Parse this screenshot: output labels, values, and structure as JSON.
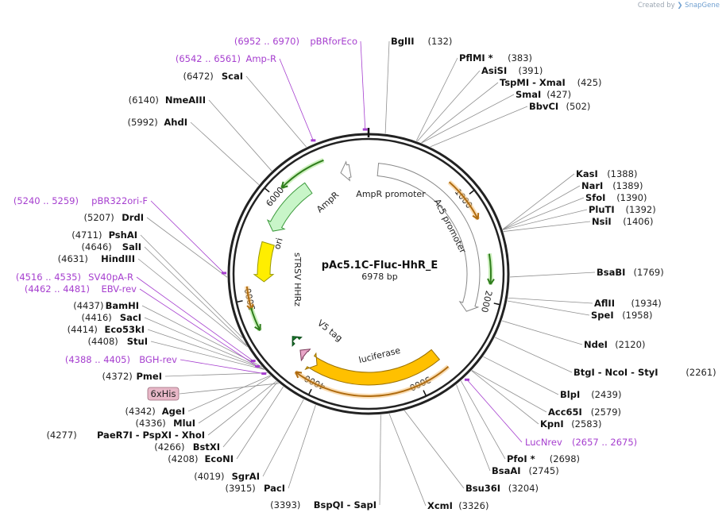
{
  "creator": {
    "text": "Created by",
    "brand": "SnapGene"
  },
  "plasmid": {
    "name": "pAc5.1C-Fluc-HhR_E",
    "length": "6978 bp"
  },
  "ruler": [
    {
      "label": "1000",
      "bp": 1000
    },
    {
      "label": "2000",
      "bp": 2000
    },
    {
      "label": "3000",
      "bp": 3000
    },
    {
      "label": "4000",
      "bp": 4000
    },
    {
      "label": "5000",
      "bp": 5000
    },
    {
      "label": "6000",
      "bp": 6000
    }
  ],
  "features": [
    {
      "name": "AmpR",
      "label": "AmpR",
      "color": "#c8f5c8",
      "outline": "#3c9a3c",
      "kind": "arrow"
    },
    {
      "name": "AmpR promoter",
      "label": "AmpR promoter",
      "color": "#ffffff",
      "outline": "#888888",
      "kind": "arrow"
    },
    {
      "name": "Ac5 promoter",
      "label": "Ac5 promoter",
      "color": "#ffffff",
      "outline": "#888888",
      "kind": "arrow"
    },
    {
      "name": "ori",
      "label": "ori",
      "color": "#ffee00",
      "outline": "#999900",
      "kind": "arrow"
    },
    {
      "name": "sTRSV HHRz",
      "label": "sTRSV HHRz",
      "color": "#1a7a2e",
      "outline": "#0d4d1a",
      "kind": "small"
    },
    {
      "name": "V5 tag",
      "label": "V5 tag",
      "color": "#e8a6c8",
      "outline": "#7a3a5a",
      "kind": "small"
    },
    {
      "name": "luciferase",
      "label": "luciferase",
      "color": "#ffc000",
      "outline": "#9a7000",
      "kind": "arrow"
    }
  ],
  "sites_right": [
    {
      "name": "BglII",
      "pos": "(132)",
      "side": "R"
    },
    {
      "name": "PflMI *",
      "pos": "(383)",
      "side": "R"
    },
    {
      "name": "AsiSI",
      "pos": "(391)",
      "side": "R"
    },
    {
      "name": "TspMI - XmaI",
      "pos": "(425)",
      "side": "R"
    },
    {
      "name": "SmaI",
      "pos": "(427)",
      "side": "R"
    },
    {
      "name": "BbvCI",
      "pos": "(502)",
      "side": "R"
    },
    {
      "name": "KasI",
      "pos": "(1388)",
      "side": "R"
    },
    {
      "name": "NarI",
      "pos": "(1389)",
      "side": "R"
    },
    {
      "name": "SfoI",
      "pos": "(1390)",
      "side": "R"
    },
    {
      "name": "PluTI",
      "pos": "(1392)",
      "side": "R"
    },
    {
      "name": "NsiI",
      "pos": "(1406)",
      "side": "R"
    },
    {
      "name": "BsaBI",
      "pos": "(1769)",
      "side": "R"
    },
    {
      "name": "AflII",
      "pos": "(1934)",
      "side": "R"
    },
    {
      "name": "SpeI",
      "pos": "(1958)",
      "side": "R"
    },
    {
      "name": "NdeI",
      "pos": "(2120)",
      "side": "R"
    },
    {
      "name": "BtgI - NcoI - StyI",
      "pos": "(2261)",
      "side": "R"
    },
    {
      "name": "BlpI",
      "pos": "(2439)",
      "side": "R"
    },
    {
      "name": "Acc65I",
      "pos": "(2579)",
      "side": "R"
    },
    {
      "name": "KpnI",
      "pos": "(2583)",
      "side": "R"
    },
    {
      "name": "PfoI *",
      "pos": "(2698)",
      "side": "R"
    },
    {
      "name": "BsaAI",
      "pos": "(2745)",
      "side": "R"
    },
    {
      "name": "Bsu36I",
      "pos": "(3204)",
      "side": "R"
    },
    {
      "name": "XcmI",
      "pos": "(3326)",
      "side": "R"
    }
  ],
  "sites_left": [
    {
      "name": "ScaI",
      "pos": "(6472)"
    },
    {
      "name": "NmeAIII",
      "pos": "(6140)"
    },
    {
      "name": "AhdI",
      "pos": "(5992)"
    },
    {
      "name": "DrdI",
      "pos": "(5207)"
    },
    {
      "name": "PshAI",
      "pos": "(4711)"
    },
    {
      "name": "SalI",
      "pos": "(4646)"
    },
    {
      "name": "HindIII",
      "pos": "(4631)"
    },
    {
      "name": "BamHI",
      "pos": "(4437)"
    },
    {
      "name": "SacI",
      "pos": "(4416)"
    },
    {
      "name": "Eco53kI",
      "pos": "(4414)"
    },
    {
      "name": "StuI",
      "pos": "(4408)"
    },
    {
      "name": "PmeI",
      "pos": "(4372)"
    },
    {
      "name": "AgeI",
      "pos": "(4342)"
    },
    {
      "name": "MluI",
      "pos": "(4336)"
    },
    {
      "name": "PaeR7I - PspXI - XhoI",
      "pos": "(4277)"
    },
    {
      "name": "BstXI",
      "pos": "(4266)"
    },
    {
      "name": "EcoNI",
      "pos": "(4208)"
    },
    {
      "name": "SgrAI",
      "pos": "(4019)"
    },
    {
      "name": "PacI",
      "pos": "(3915)"
    },
    {
      "name": "BspQI - SapI",
      "pos": "(3393)"
    }
  ],
  "primers": [
    {
      "name": "pBRforEco",
      "range": "(6952 .. 6970)"
    },
    {
      "name": "Amp-R",
      "range": "(6542 .. 6561)"
    },
    {
      "name": "pBR322ori-F",
      "range": "(5240 .. 5259)"
    },
    {
      "name": "SV40pA-R",
      "range": "(4516 .. 4535)"
    },
    {
      "name": "EBV-rev",
      "range": "(4462 .. 4481)"
    },
    {
      "name": "BGH-rev",
      "range": "(4388 .. 4405)"
    },
    {
      "name": "LucNrev",
      "range": "(2657 .. 2675)"
    }
  ],
  "tag_box": {
    "label": "6xHis",
    "color": "#e8b8c8"
  },
  "colors": {
    "primer": "#a63fcf",
    "backbone": "#222222",
    "leader": "#909090"
  }
}
